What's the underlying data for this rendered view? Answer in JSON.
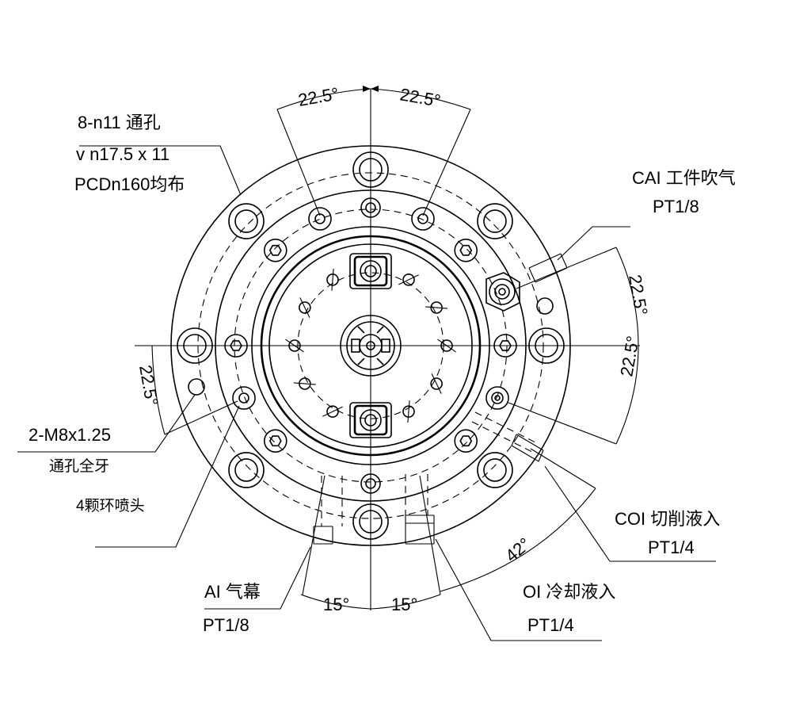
{
  "labels": {
    "hole_spec_line1": "8-n11 通孔",
    "hole_spec_line2": "v n17.5 x 11",
    "hole_spec_line3": "PCDn160均布",
    "cai_label": "CAI 工件吹气",
    "cai_thread": "PT1/8",
    "m8_label": "2-M8x1.25",
    "m8_sub": "通孔全牙",
    "nozzle_label": "4颗环喷头",
    "coi_label": "COI 切削液入",
    "coi_thread": "PT1/4",
    "ai_label": "AI 气幕",
    "ai_thread": "PT1/8",
    "oi_label": "OI 冷却液入",
    "oi_thread": "PT1/4"
  },
  "dimensions": {
    "top_left_angle": "22.5°",
    "top_right_angle": "22.5°",
    "right_upper_angle": "22.5°",
    "right_lower_angle": "22.5°",
    "left_angle": "22.5°",
    "bottom_left_angle": "15°",
    "bottom_right_angle": "15°",
    "bottom_diag_angle": "42°"
  },
  "colors": {
    "line": "#000000",
    "background": "#ffffff"
  }
}
